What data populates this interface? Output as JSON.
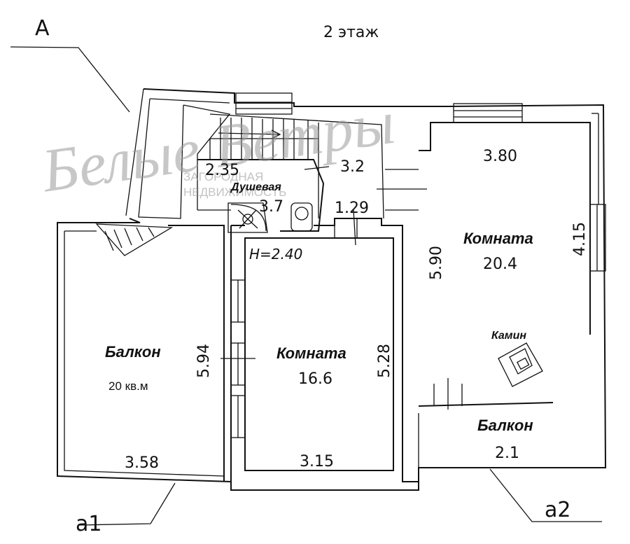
{
  "title": "2  этаж",
  "axes": {
    "a": "А",
    "a1": "а1",
    "a2": "а2"
  },
  "watermark": {
    "logo": "Белые Ветры",
    "line1": "ЗАГОРОДНАЯ",
    "line2": "НЕДВИЖИМОСТЬ"
  },
  "rooms": {
    "balcony_left": {
      "label": "Балкон",
      "area": "20 кв.м",
      "side": "5.94",
      "width": "3.58"
    },
    "room_middle": {
      "label": "Комната",
      "area": "16.6",
      "side": "5.28",
      "width": "3.15",
      "height_note": "H=2.40"
    },
    "room_right": {
      "label": "Комната",
      "area": "20.4",
      "top": "3.80",
      "left_side": "5.90",
      "right_side": "4.15"
    },
    "fireplace": {
      "label": "Камин"
    },
    "balcony_right": {
      "label": "Балкон",
      "width": "2.1"
    },
    "shower": {
      "label": "Душевая",
      "area": "3.7",
      "dim": "2.35"
    },
    "hall": {
      "dim_top": "3.2",
      "dim_bottom": "1.29"
    }
  }
}
